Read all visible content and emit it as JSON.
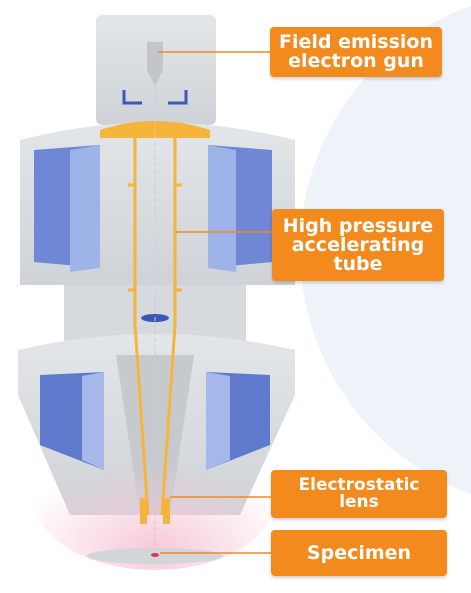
{
  "labels": {
    "gun": [
      "Field emission",
      "electron gun"
    ],
    "tube": [
      "High pressure",
      "accelerating",
      "tube"
    ],
    "lens": [
      "Electrostatic",
      "lens"
    ],
    "specimen": [
      "Specimen"
    ]
  },
  "colors": {
    "accent": "#f28a1e",
    "body_gray": "#d9dcdf",
    "body_gray_dark": "#c6cacf",
    "coil_blue": "#6f87d4",
    "coil_blue_light": "#9eb3e8",
    "tube_yellow": "#f5b43a",
    "glow_pink": "#f7c6d8",
    "backdrop": "#eef3fa"
  }
}
